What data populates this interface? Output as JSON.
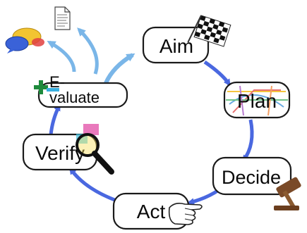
{
  "diagram": {
    "nodes": {
      "aim": "Aim",
      "plan": "Plan",
      "decide": "Decide",
      "act": "Act",
      "verify": "Verify",
      "evaluate_line1": "E-",
      "evaluate_line2": "valuate"
    },
    "colors": {
      "cycle_arrow": "#4a68e0",
      "feedback_arrow": "#7ab6e8",
      "node_border": "#1a1a1a",
      "background": "#ffffff"
    },
    "icons": [
      "checkered-flag-icon",
      "subway-map-icon",
      "gavel-icon",
      "pointing-hand-icon",
      "magnifier-icon",
      "plus-minus-icon",
      "document-icon",
      "speech-bubbles-icon"
    ]
  }
}
